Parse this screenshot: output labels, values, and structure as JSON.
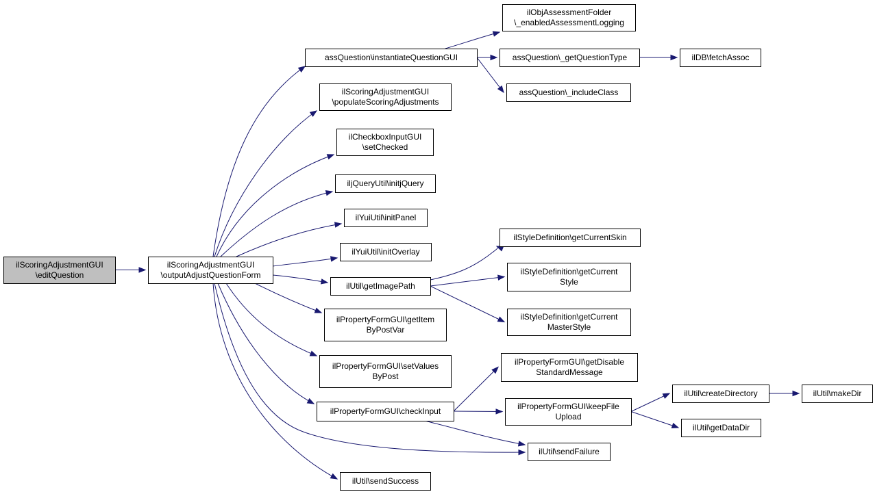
{
  "nodes": {
    "root": [
      "ilScoringAdjustmentGUI",
      "\\editQuestion"
    ],
    "output": [
      "ilScoringAdjustmentGUI",
      "\\outputAdjustQuestionForm"
    ],
    "instantiate": [
      "assQuestion\\instantiateQuestionGUI"
    ],
    "enabledLogging": [
      "ilObjAssessmentFolder",
      "\\_enabledAssessmentLogging"
    ],
    "getQuestionType": [
      "assQuestion\\_getQuestionType"
    ],
    "fetchAssoc": [
      "ilDB\\fetchAssoc"
    ],
    "includeClass": [
      "assQuestion\\_includeClass"
    ],
    "populate": [
      "ilScoringAdjustmentGUI",
      "\\populateScoringAdjustments"
    ],
    "setChecked": [
      "ilCheckboxInputGUI",
      "\\setChecked"
    ],
    "initjQuery": [
      "iljQueryUtil\\initjQuery"
    ],
    "initPanel": [
      "ilYuiUtil\\initPanel"
    ],
    "initOverlay": [
      "ilYuiUtil\\initOverlay"
    ],
    "getImagePath": [
      "ilUtil\\getImagePath"
    ],
    "getCurrentSkin": [
      "ilStyleDefinition\\getCurrentSkin"
    ],
    "getCurrentStyle": [
      "ilStyleDefinition\\getCurrent",
      "Style"
    ],
    "getCurrentMasterStyle": [
      "ilStyleDefinition\\getCurrent",
      "MasterStyle"
    ],
    "getItemByPostVar": [
      "ilPropertyFormGUI\\getItem",
      "ByPostVar"
    ],
    "setValuesByPost": [
      "ilPropertyFormGUI\\setValues",
      "ByPost"
    ],
    "checkInput": [
      "ilPropertyFormGUI\\checkInput"
    ],
    "getDisableStd": [
      "ilPropertyFormGUI\\getDisable",
      "StandardMessage"
    ],
    "keepFileUpload": [
      "ilPropertyFormGUI\\keepFile",
      "Upload"
    ],
    "createDirectory": [
      "ilUtil\\createDirectory"
    ],
    "makeDir": [
      "ilUtil\\makeDir"
    ],
    "getDataDir": [
      "ilUtil\\getDataDir"
    ],
    "sendFailure": [
      "ilUtil\\sendFailure"
    ],
    "sendSuccess": [
      "ilUtil\\sendSuccess"
    ]
  },
  "edges": [
    [
      "root",
      "output"
    ],
    [
      "output",
      "instantiate"
    ],
    [
      "output",
      "populate"
    ],
    [
      "output",
      "setChecked"
    ],
    [
      "output",
      "initjQuery"
    ],
    [
      "output",
      "initPanel"
    ],
    [
      "output",
      "initOverlay"
    ],
    [
      "output",
      "getImagePath"
    ],
    [
      "output",
      "getItemByPostVar"
    ],
    [
      "output",
      "setValuesByPost"
    ],
    [
      "output",
      "checkInput"
    ],
    [
      "output",
      "sendFailure"
    ],
    [
      "output",
      "sendSuccess"
    ],
    [
      "instantiate",
      "enabledLogging"
    ],
    [
      "instantiate",
      "getQuestionType"
    ],
    [
      "instantiate",
      "includeClass"
    ],
    [
      "getQuestionType",
      "fetchAssoc"
    ],
    [
      "getImagePath",
      "getCurrentSkin"
    ],
    [
      "getImagePath",
      "getCurrentStyle"
    ],
    [
      "getImagePath",
      "getCurrentMasterStyle"
    ],
    [
      "checkInput",
      "getDisableStd"
    ],
    [
      "checkInput",
      "keepFileUpload"
    ],
    [
      "checkInput",
      "sendFailure"
    ],
    [
      "keepFileUpload",
      "createDirectory"
    ],
    [
      "keepFileUpload",
      "getDataDir"
    ],
    [
      "createDirectory",
      "makeDir"
    ]
  ]
}
